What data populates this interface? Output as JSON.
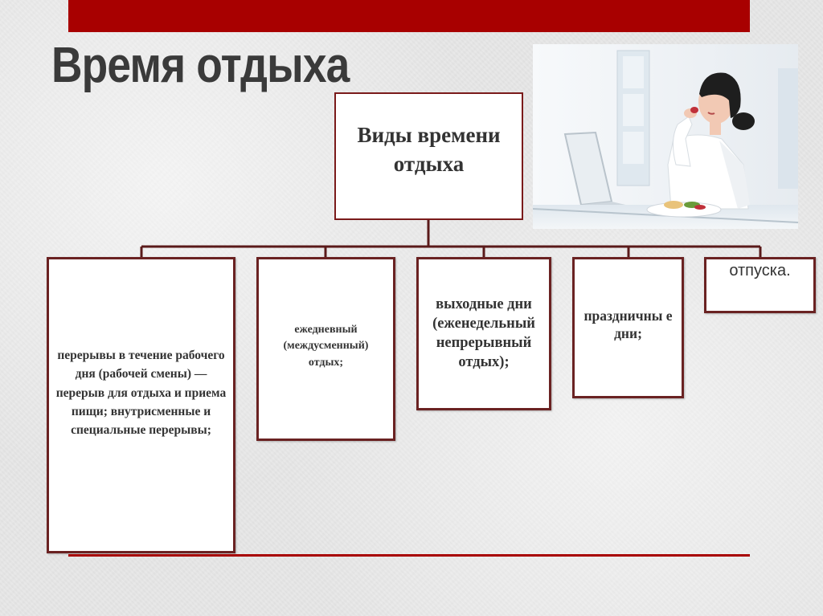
{
  "slide": {
    "title": "Время отдыха"
  },
  "diagram": {
    "root": "Виды времени отдыха",
    "children": [
      "перерывы в течение рабочего дня (рабочей смены) — перерыв для отдыха и приема пищи; внутрисменные и специальные перерывы;",
      "ежедневный (междусменный) отдых;",
      "выходные дни (еженедельный непрерывный отдых);",
      "праздничны е дни;",
      "отпуска."
    ]
  },
  "colors": {
    "accent": "#a80000",
    "box_border": "#6a2222",
    "title_text": "#3a3a3a",
    "body_text": "#333333"
  },
  "image": {
    "subject": "woman-eating-at-laptop-photo"
  }
}
